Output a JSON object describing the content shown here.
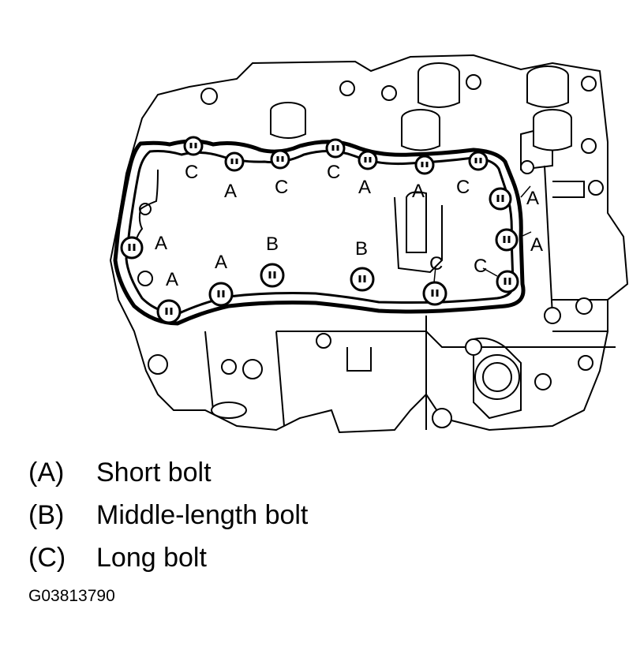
{
  "figure": {
    "bolt_labels": [
      {
        "id": "b1",
        "text": "C"
      },
      {
        "id": "b2",
        "text": "A"
      },
      {
        "id": "b3",
        "text": "C"
      },
      {
        "id": "b4",
        "text": "C"
      },
      {
        "id": "b5",
        "text": "A"
      },
      {
        "id": "b6",
        "text": "A"
      },
      {
        "id": "b7",
        "text": "C"
      },
      {
        "id": "b8",
        "text": "A"
      },
      {
        "id": "b9",
        "text": "A"
      },
      {
        "id": "b10",
        "text": "A"
      },
      {
        "id": "b11",
        "text": "A"
      },
      {
        "id": "b12",
        "text": "A"
      },
      {
        "id": "b13",
        "text": "B"
      },
      {
        "id": "b14",
        "text": "B"
      },
      {
        "id": "b15",
        "text": "C"
      },
      {
        "id": "b16",
        "text": "C"
      }
    ]
  },
  "legend": [
    {
      "key": "(A)",
      "text": "Short bolt"
    },
    {
      "key": "(B)",
      "text": "Middle-length bolt"
    },
    {
      "key": "(C)",
      "text": "Long bolt"
    }
  ],
  "figure_id": "G03813790"
}
